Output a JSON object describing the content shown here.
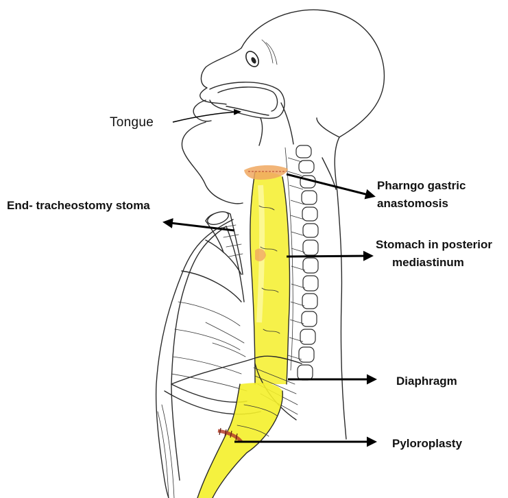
{
  "labels": {
    "tongue": "Tongue",
    "end_tracheostomy": "End- tracheostomy stoma",
    "pharyngo_gastric_line1": "Pharngo gastric",
    "pharyngo_gastric_line2": "anastomosis",
    "stomach_line1": "Stomach in posterior",
    "stomach_line2": "mediastinum",
    "diaphragm": "Diaphragm",
    "pyloroplasty": "Pyloroplasty"
  },
  "colors": {
    "highlight_yellow": "#f4ef2a",
    "highlight_orange": "#f0a860",
    "suture_red": "#b5402a",
    "ink": "#2a2a2a"
  }
}
